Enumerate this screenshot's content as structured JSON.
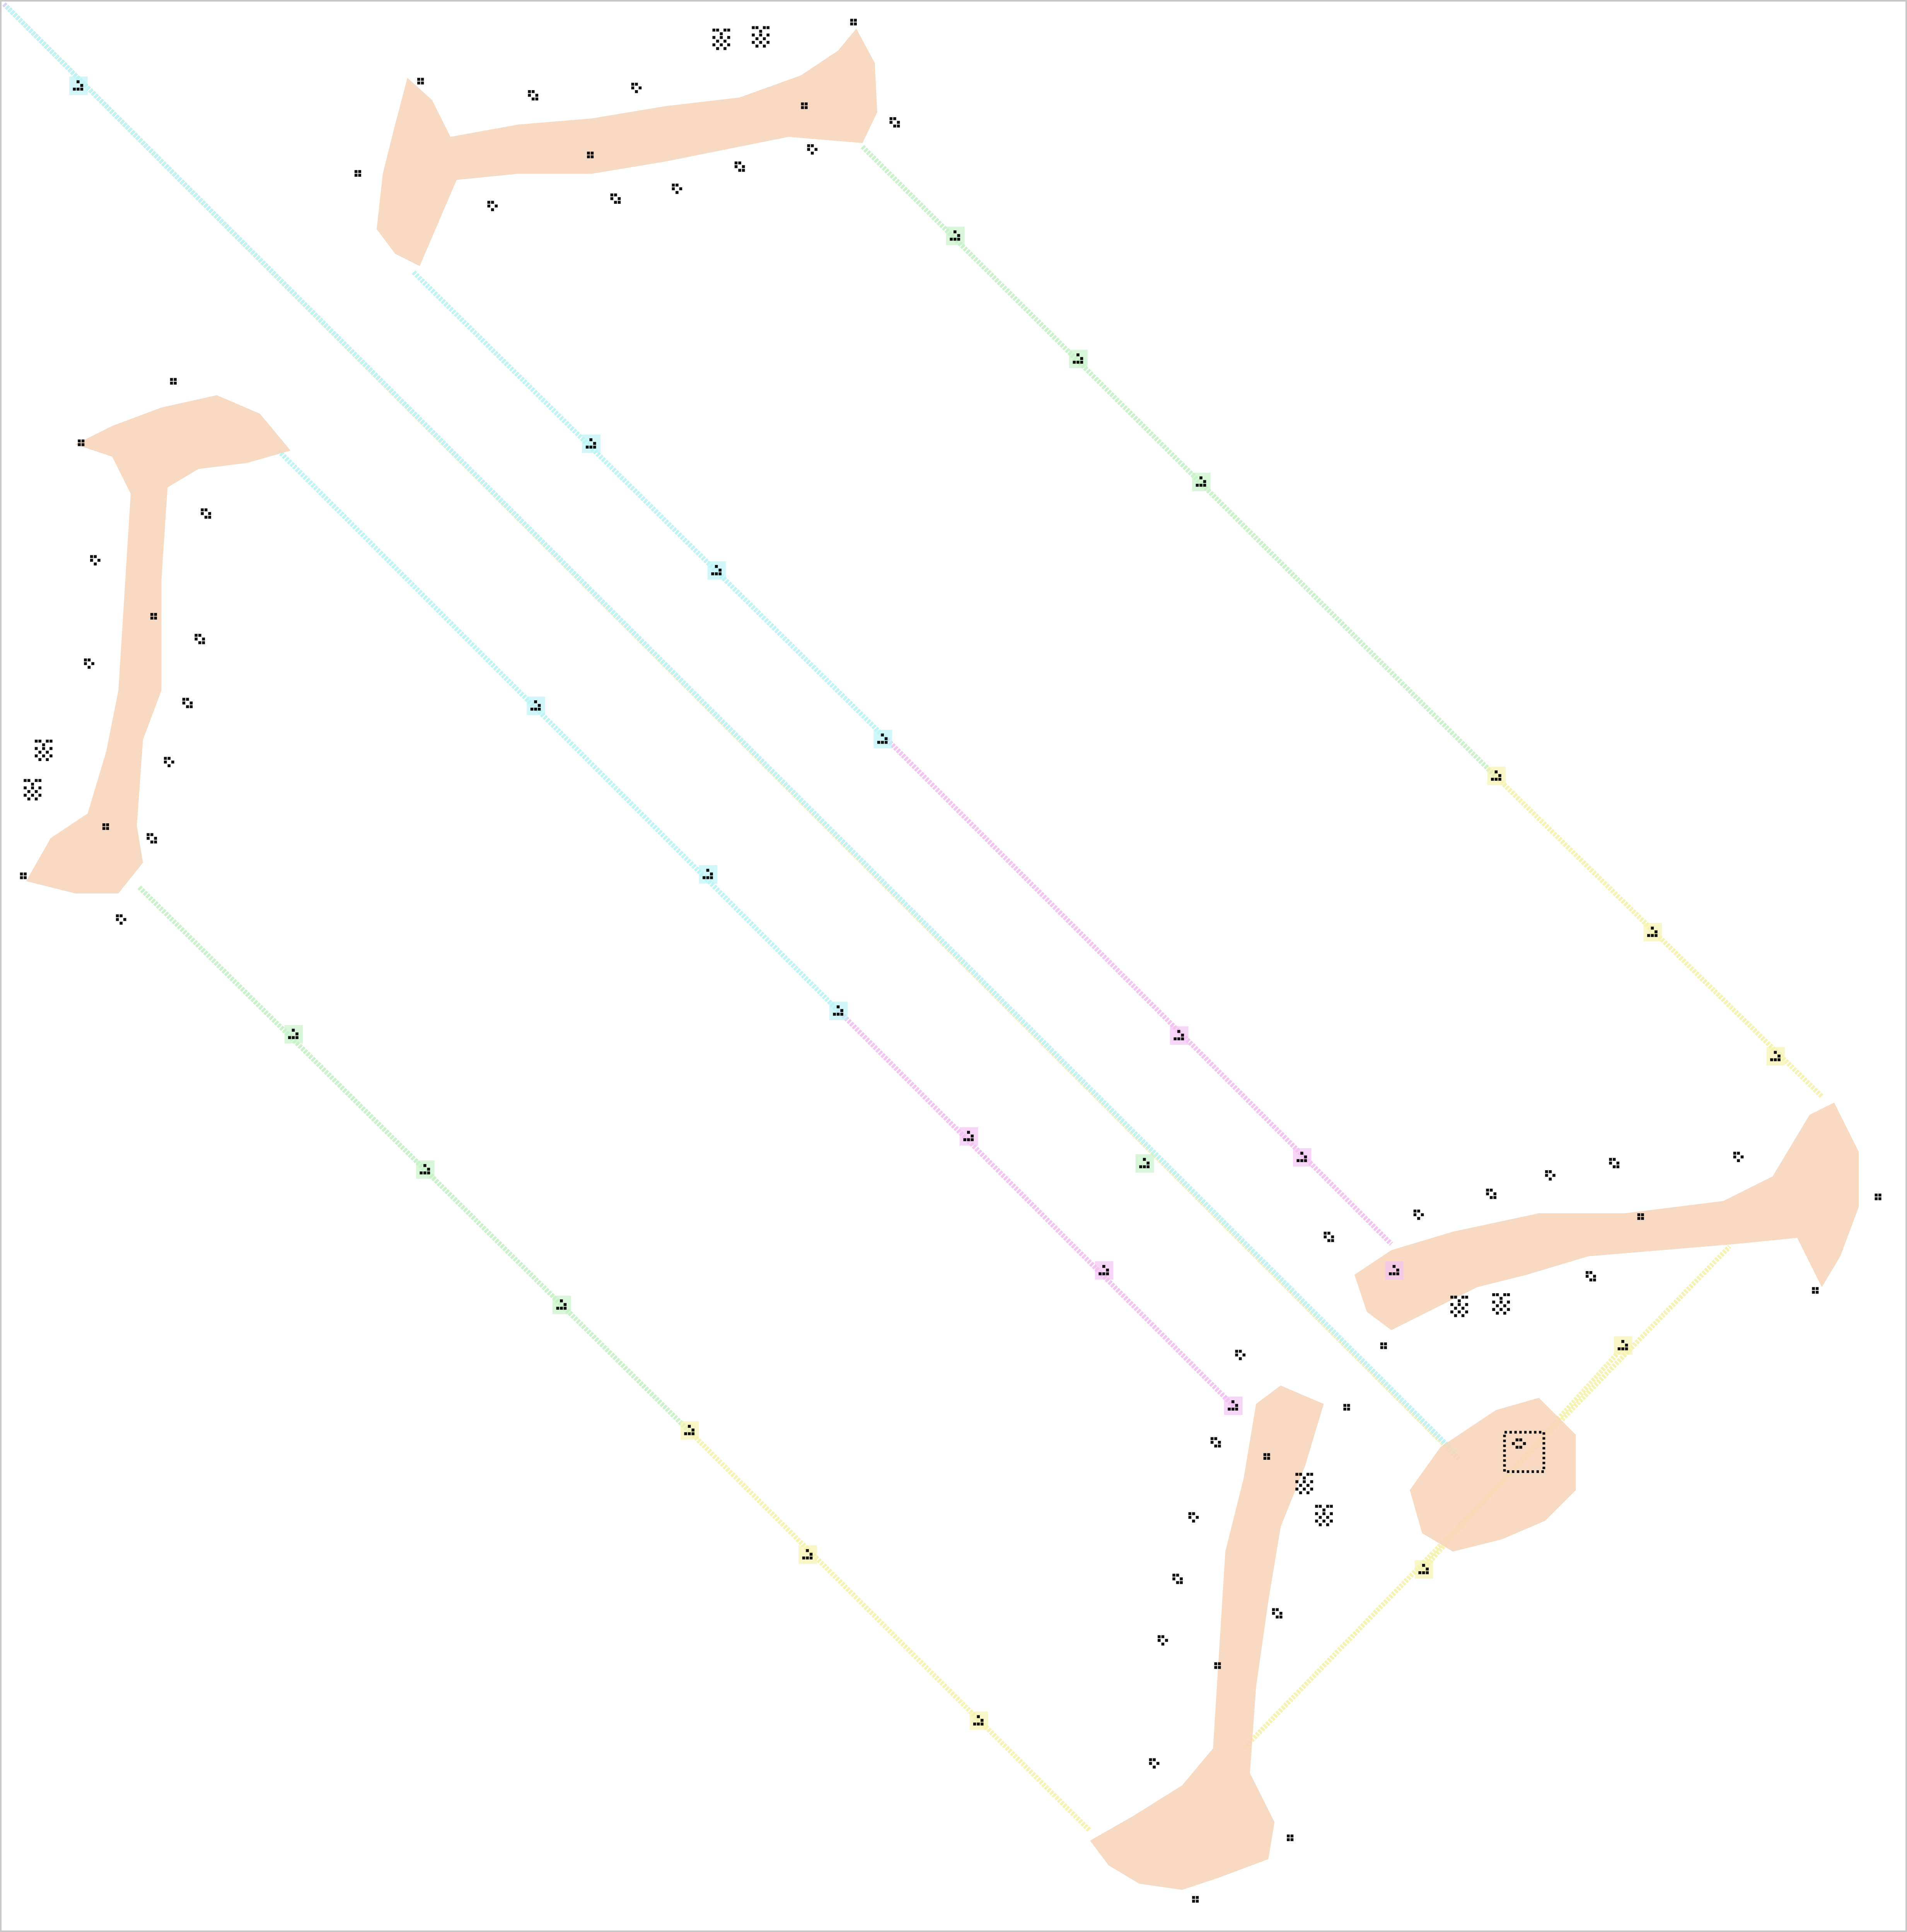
{
  "board": {
    "colors": {
      "background": "#ffffff",
      "frame": "#c8c8c8",
      "live_cell": "#111111",
      "envelope": "#f7d3b8",
      "lane_cyan": "#bdf4f6",
      "lane_green": "#c8f2c8",
      "lane_magenta": "#f3c3f3",
      "lane_yellow": "#f6f3b0",
      "lane_lilac": "#dcd0f4"
    }
  },
  "grid": {
    "cell_display": "square dots",
    "lanes": [
      {
        "id": "lane-a",
        "color": "lane_lilac"
      },
      {
        "id": "lane-b",
        "color": "lane_cyan"
      },
      {
        "id": "lane-c",
        "color": "lane_green"
      },
      {
        "id": "lane-d",
        "color": "lane_magenta"
      },
      {
        "id": "lane-e",
        "color": "lane_yellow"
      }
    ],
    "gliders": [
      {
        "lane": "lane_cyan",
        "icon": "glider-icon"
      },
      {
        "lane": "lane_green",
        "icon": "glider-icon"
      },
      {
        "lane": "lane_magenta",
        "icon": "glider-icon"
      },
      {
        "lane": "lane_yellow",
        "icon": "glider-icon"
      }
    ],
    "still_lifes": [
      {
        "kind": "block"
      },
      {
        "kind": "beehive"
      },
      {
        "kind": "boat"
      },
      {
        "kind": "ship"
      }
    ],
    "oscillators": [
      {
        "kind": "blinker-cluster"
      }
    ]
  }
}
